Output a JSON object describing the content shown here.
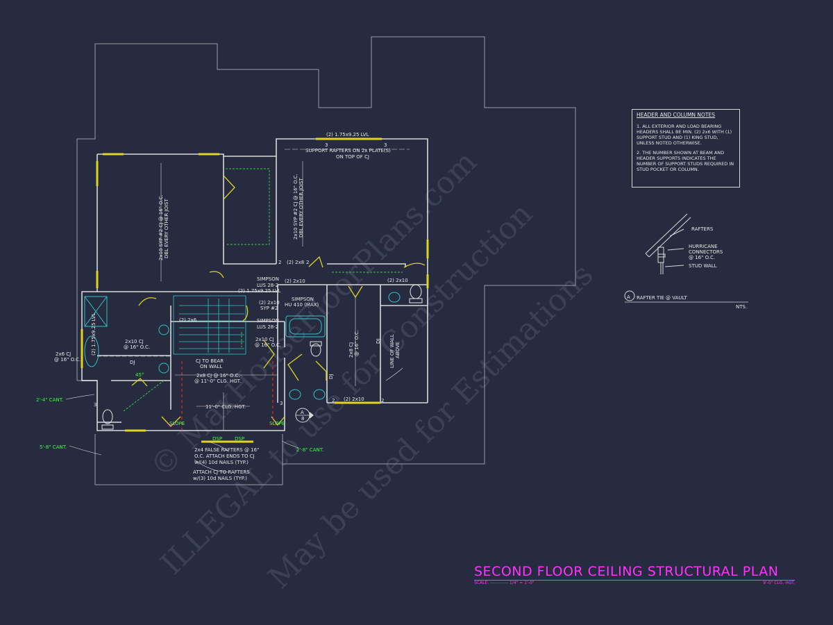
{
  "notes": {
    "heading": "HEADER AND COLUMN NOTES",
    "items": [
      "1. ALL EXTERIOR AND LOAD BEARING HEADERS SHALL BE MIN. (2) 2x6 WITH (1) SUPPORT STUD AND (1) KING STUD, UNLESS NOTED OTHERWISE.",
      "2. THE NUMBER SHOWN AT BEAM AND HEADER SUPPORTS INDICATES THE NUMBER OF SUPPORT STUDS REQUIRED IN STUD POCKET OR COLUMN."
    ]
  },
  "detail": {
    "badge": "A",
    "title": "RAFTER TIE @ VAULT",
    "nts": "NTS.",
    "label_rafters": "RAFTERS",
    "label_hurricane": "HURRICANE",
    "label_connectors": "CONNECTORS",
    "label_oc": "@ 16\" O.C.",
    "label_stud_wall": "STUD WALL"
  },
  "title_block": {
    "title": "SECOND FLOOR CEILING STRUCTURAL PLAN",
    "scale": "SCALE: ------------ 1/4\" = 1'-0\"",
    "height": "9'-0\" CLG. HGT."
  },
  "watermark": {
    "line1": "© MaxHouseFloorPlans.com",
    "line2": "ILLEGAL to use for Construction",
    "line3": "May be used for Estimations"
  },
  "labels": {
    "lvl_top": "(2) 1.75x9.25 LVL",
    "support_rafters": "SUPPORT RAFTERS ON 2x PLATE(S)",
    "on_top_of_cj": "ON TOP OF CJ",
    "cj_left_1": "2x10 SYP #2 CJ @ 16\" O.C.",
    "cj_left_2": "DBL EVERY OTHER JOIST",
    "cj_right_1": "2x10 SYP #2 CJ @ 16\" O.C.",
    "cj_right_2": "DBL EVERY OTHER JOIST",
    "h_2x8": "(2) 2x8",
    "h_2x10_a": "(2) 2x10",
    "h_2x10_b": "(2) 2x10",
    "simpson_lus": "SIMPSON",
    "lus_28_2": "LUS 28-2",
    "lvl_mid": "(2) 1.75x9.25 LVL",
    "h_2x10_syp": "(2) 2x10",
    "syp_2": "SYP #2",
    "simpson_hu": "SIMPSON",
    "hu_410": "HU 410 (MAX)",
    "h_2x6": "(2) 2x6",
    "simpson_2": "SIMPSON",
    "lus_28_2b": "LUS 28-2",
    "cj_2x10_a": "2x10 CJ",
    "cj_2x10_a_oc": "@ 16\" O.C.",
    "cj_2x10_b": "2x10 CJ",
    "cj_2x10_b_oc": "@ 16\" O.C.",
    "dj_1": "DJ",
    "dj_2": "DJ",
    "dj_3": "DJ",
    "cj_bath": "2x6 CJ",
    "cj_bath_2": "@ 16\" O.C.",
    "cj_2x8": "2x8 CJ",
    "cj_2x8_2": "@ 16\" O.C.",
    "line_of_wall": "LINE OF WALL",
    "above": "ABOVE",
    "lvl_left": "(2) 1.75x9.25 LVL",
    "cj_left_small": "2x6 CJ",
    "cj_left_small_2": "@ 16\" O.C.",
    "cj_to_bear": "CJ TO BEAR",
    "on_wall": "ON WALL",
    "cj_2x8_main": "2x8 CJ @ 16\" O.C.",
    "clg_hgt_1": "@ 11'-0\" CLG. HGT.",
    "clg_hgt_2": "11'-0\" CLG. HGT.",
    "deg_45": "45°",
    "slope_1": "SLOPE",
    "slope_2": "SLOPE",
    "dsp_1": "DSP",
    "dsp_2": "DSP",
    "h_2x10_bottom": "(2) 2x10",
    "h_2x10_right": "(2) 2x10",
    "false_rafters_1": "2x4 FALSE RAFTERS @ 16\"",
    "false_rafters_2": "O.C. ATTACH ENDS TO CJ",
    "false_rafters_3": "w/(4) 10d NAILS (TYP.)",
    "attach_1": "ATTACH CJ TO RAFTERS",
    "attach_2": "w/(3) 10d NAILS (TYP.)",
    "cant_1": "2'-4\" CANT.",
    "cant_2": "5'-8\" CANT.",
    "cant_3": "2'-8\" CANT.",
    "sec_a": "A",
    "sec_num": "8",
    "n3": "3",
    "n2": "2"
  }
}
